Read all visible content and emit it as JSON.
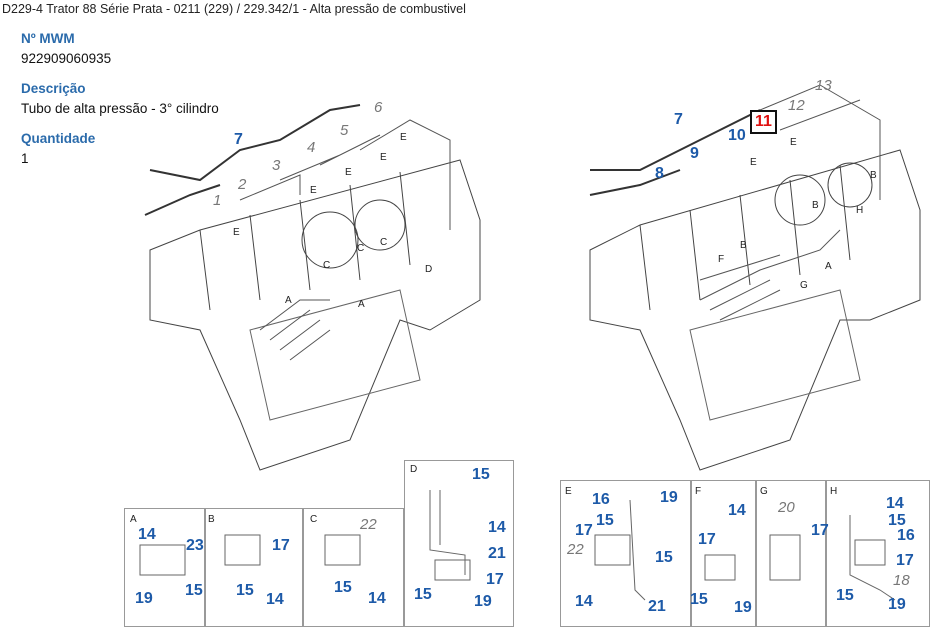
{
  "breadcrumb": "D229-4 Trator 88 Série Prata - 0211 (229)  /  229.342/1 - Alta pressão de combustivel",
  "fields": [
    {
      "label": "Nº MWM",
      "value": "922909060935"
    },
    {
      "label": "Descrição",
      "value": "Tubo de alta pressão - 3° cilindro"
    },
    {
      "label": "Quantidade",
      "value": "1"
    }
  ],
  "highlighted_callout": "11",
  "callouts": [
    "7",
    "1",
    "2",
    "3",
    "4",
    "5",
    "6",
    "E",
    "E",
    "E",
    "E",
    "E",
    "C",
    "C",
    "C",
    "D",
    "A",
    "A",
    "7",
    "8",
    "9",
    "10",
    "11",
    "12",
    "13",
    "E",
    "E",
    "B",
    "B",
    "B",
    "H",
    "F",
    "G",
    "A",
    "A",
    "14",
    "23",
    "15",
    "19",
    "B",
    "17",
    "15",
    "14",
    "C",
    "22",
    "15",
    "14",
    "D",
    "15",
    "14",
    "21",
    "17",
    "15",
    "19",
    "E",
    "16",
    "19",
    "15",
    "17",
    "22",
    "15",
    "14",
    "21",
    "F",
    "14",
    "17",
    "15",
    "19",
    "G",
    "20",
    "17",
    "H",
    "14",
    "15",
    "16",
    "17",
    "18",
    "15",
    "19"
  ]
}
